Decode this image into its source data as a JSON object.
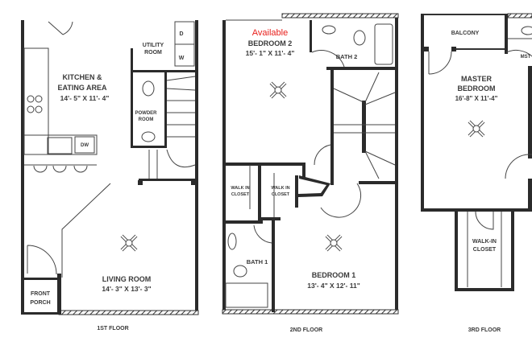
{
  "status_label": "Available",
  "accent_color": "#e8201c",
  "floors": [
    {
      "caption": "1ST FLOOR",
      "rooms": {
        "kitchen_name_1": "KITCHEN &",
        "kitchen_name_2": "EATING AREA",
        "kitchen_dims": "14'- 5\" X 11'- 4\"",
        "utility_1": "UTILITY",
        "utility_2": "ROOM",
        "powder_1": "POWDER",
        "powder_2": "ROOM",
        "living_name": "LIVING ROOM",
        "living_dims": "14'- 3\" X 13'- 3\"",
        "porch_1": "FRONT",
        "porch_2": "PORCH",
        "dishwasher": "DW",
        "dryer": "D",
        "washer": "W"
      }
    },
    {
      "caption": "2ND FLOOR",
      "rooms": {
        "bedroom2_name": "BEDROOM 2",
        "bedroom2_dims": "15'- 1\" X 11'- 4\"",
        "bath2": "BATH 2",
        "closet_a_1": "WALK IN",
        "closet_a_2": "CLOSET",
        "closet_b_1": "WALK IN",
        "closet_b_2": "CLOSET",
        "bath1": "BATH 1",
        "bedroom1_name": "BEDROOM 1",
        "bedroom1_dims": "13'- 4\" X 12'- 11\""
      }
    },
    {
      "caption": "3RD FLOOR",
      "rooms": {
        "balcony": "BALCONY",
        "master_1": "MASTER",
        "master_2": "BEDROOM",
        "master_dims": "16'-8\" X 11'-4\"",
        "closet_1": "WALK-IN",
        "closet_2": "CLOSET",
        "mst_partial": "MST"
      }
    }
  ]
}
